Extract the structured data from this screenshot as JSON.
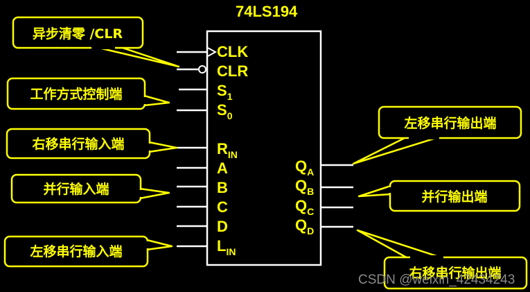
{
  "title": "74LS194",
  "pins": {
    "clk": "CLK",
    "clr": "CLR",
    "s": "S",
    "s1_sub": "1",
    "s0_sub": "0",
    "r": "R",
    "r_sub": "IN",
    "a": "A",
    "b": "B",
    "c": "C",
    "d": "D",
    "l": "L",
    "l_sub": "IN",
    "q": "Q",
    "qa_sub": "A",
    "qb_sub": "B",
    "qc_sub": "C",
    "qd_sub": "D"
  },
  "callouts": {
    "async_clear": "异步清零 /CLR",
    "mode_control": "工作方式控制端",
    "right_serial_in": "右移串行输入端",
    "parallel_in": "并行输入端",
    "left_serial_in": "左移串行输入端",
    "left_serial_out": "左移串行输出端",
    "parallel_out": "并行输出端",
    "right_serial_out": "右移串行输出端"
  },
  "watermark": "CSDN @weixin_42434243",
  "colors": {
    "background": "#000000",
    "label_fill": "#000000",
    "accent": "#ffff00",
    "lines": "#ffffff"
  }
}
